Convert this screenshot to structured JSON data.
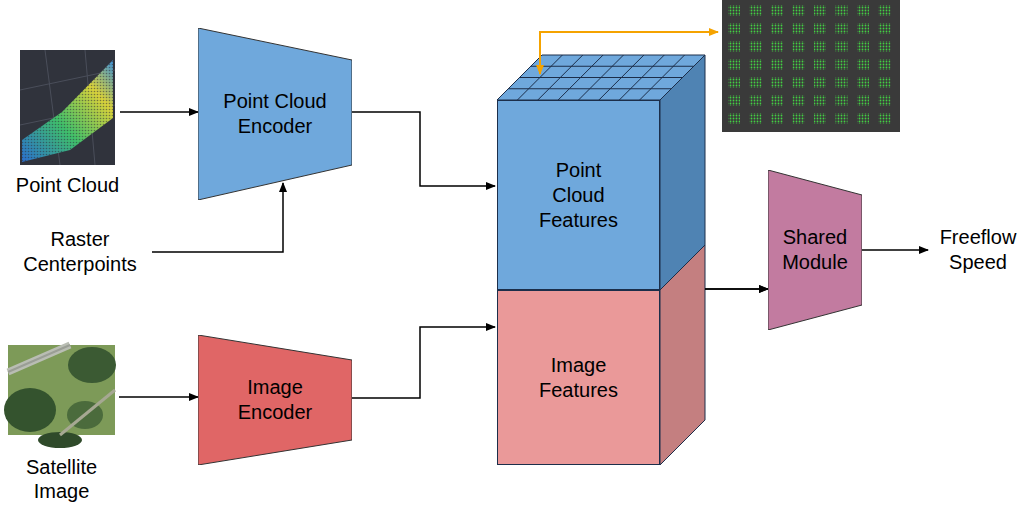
{
  "diagram": {
    "nodes": [
      {
        "text": [
          "Point Cloud"
        ]
      },
      {
        "text": [
          "Point Cloud Encoder"
        ]
      },
      {
        "text": [
          "Satellite Image"
        ]
      },
      {
        "text": [
          "Image Encoder"
        ]
      },
      {
        "text": [
          "Point Cloud Features"
        ]
      },
      {
        "text": [
          "Image Features"
        ]
      },
      {
        "text": [
          "Shared Module"
        ]
      }
    ],
    "edges": [
      {
        "from": 0,
        "to": 1,
        "arrow": "to"
      },
      {
        "from": 1,
        "to": 4,
        "arrow": "to"
      },
      {
        "from": 2,
        "to": 3,
        "arrow": "to"
      },
      {
        "from": 3,
        "to": 5,
        "arrow": "to"
      },
      {
        "from": 4,
        "to": 6,
        "arrow": "to"
      },
      {
        "from": 5,
        "to": 6,
        "arrow": "to"
      }
    ],
    "labels": [
      "Raster Centerpoints",
      "Freeflow Speed"
    ]
  }
}
